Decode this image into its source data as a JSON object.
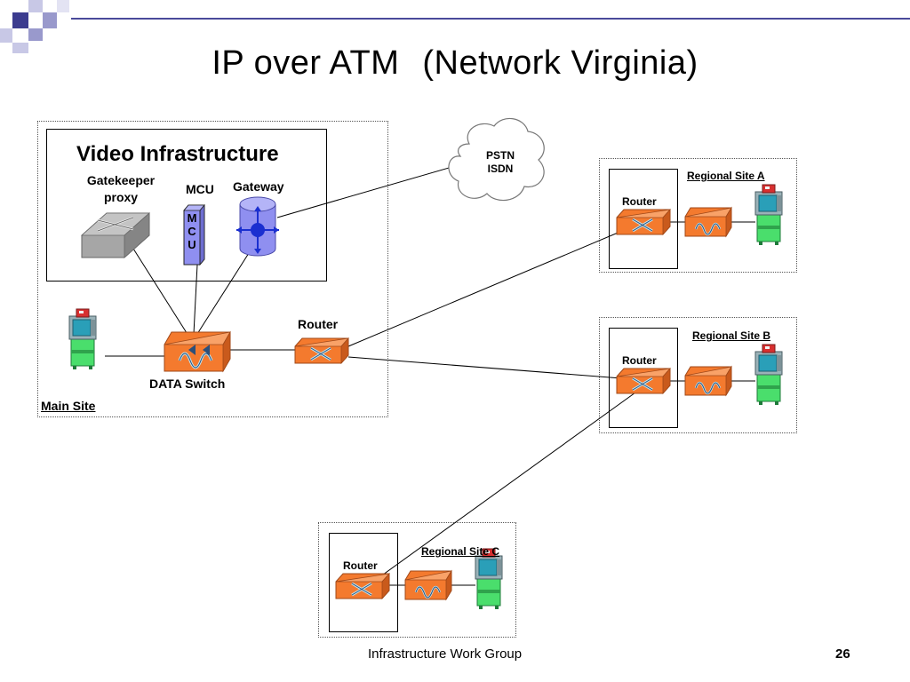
{
  "slide": {
    "title_main": "IP over ATM",
    "title_sub": "(Network Virginia)"
  },
  "main_site": {
    "label": "Main Site",
    "video_infrastructure": {
      "title": "Video Infrastructure",
      "gatekeeper_label_1": "Gatekeeper",
      "gatekeeper_label_2": "proxy",
      "mcu_label": "MCU",
      "mcu_letters": [
        "M",
        "C",
        "U"
      ],
      "gateway_label": "Gateway"
    },
    "router_label": "Router",
    "data_switch_label": "DATA Switch"
  },
  "cloud": {
    "line1": "PSTN",
    "line2": "ISDN"
  },
  "regional_sites": [
    {
      "name": "Regional Site A",
      "router_label": "Router"
    },
    {
      "name": "Regional Site B",
      "router_label": "Router"
    },
    {
      "name": "Regional Site C",
      "router_label": "Router"
    }
  ],
  "footer": {
    "group": "Infrastructure Work Group",
    "page": "26"
  },
  "colors": {
    "router": "#f47a2e",
    "gateway": "#8f8ff0",
    "mcu": "#8f8ff0",
    "gatekeeper": "#9a9a9a",
    "corner_squares": "#4a4a9a"
  }
}
